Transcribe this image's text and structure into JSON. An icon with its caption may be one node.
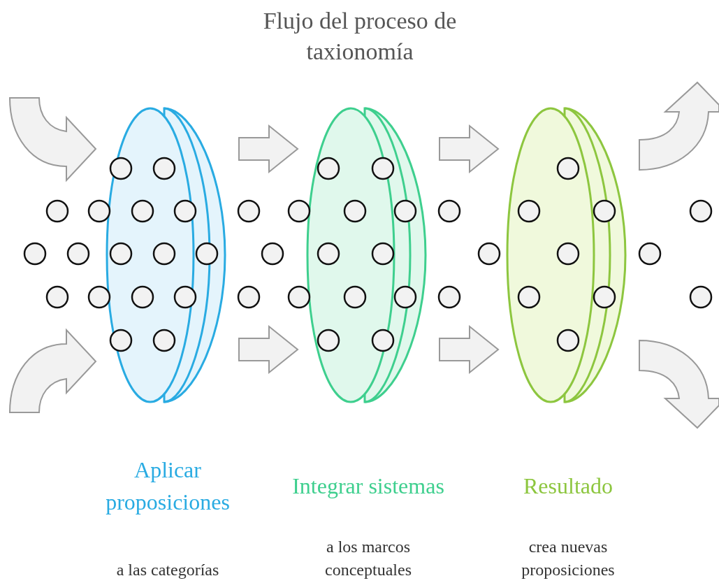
{
  "diagram": {
    "title": "Flujo del proceso de taxionomía",
    "nodes": [
      {
        "text": [
          "Aplicar proposiciones"
        ]
      },
      {
        "text": [
          "Integrar sistemas"
        ]
      },
      {
        "text": [
          "Resultado"
        ]
      }
    ],
    "edges": [],
    "labels": [
      "a los marcos conceptuales",
      "crea nuevas proposiciones",
      "a las categorías"
    ]
  }
}
